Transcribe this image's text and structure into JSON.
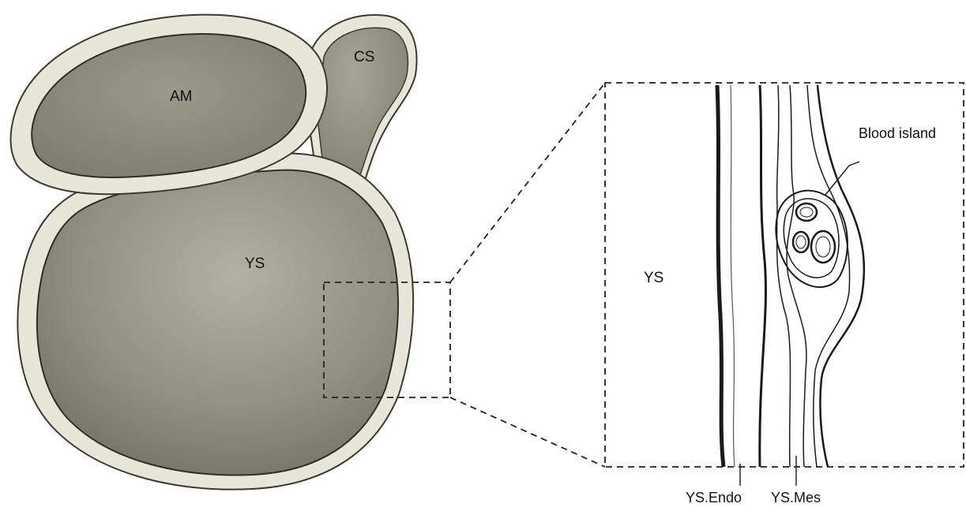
{
  "labels": {
    "am": "AM",
    "cs": "CS",
    "ys_left": "YS",
    "ys_zoom": "YS",
    "blood_island": "Blood island",
    "ys_endo": "YS.Endo",
    "ys_mes": "YS.Mes"
  },
  "colors": {
    "membrane": "#e8e6d7",
    "membrane_edge": "#3a3a32",
    "sac_fill_dark": "#7d7d6f",
    "sac_fill_light": "#b7b7a8",
    "line": "#1a1a1a"
  }
}
